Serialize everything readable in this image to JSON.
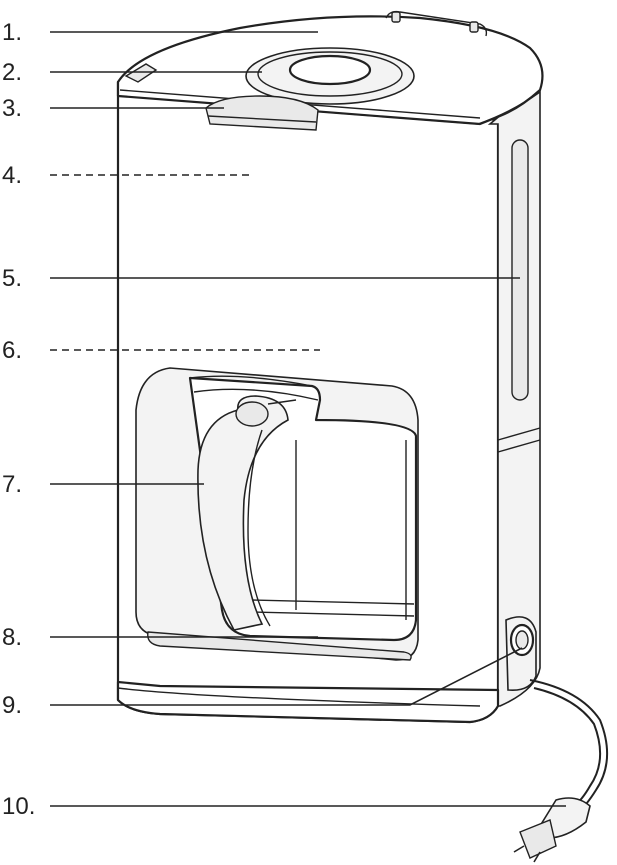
{
  "callouts": [
    {
      "id": 1,
      "label": "1."
    },
    {
      "id": 2,
      "label": "2."
    },
    {
      "id": 3,
      "label": "3."
    },
    {
      "id": 4,
      "label": "4."
    },
    {
      "id": 5,
      "label": "5."
    },
    {
      "id": 6,
      "label": "6."
    },
    {
      "id": 7,
      "label": "7."
    },
    {
      "id": 8,
      "label": "8."
    },
    {
      "id": 9,
      "label": "9."
    },
    {
      "id": 10,
      "label": "10."
    }
  ]
}
